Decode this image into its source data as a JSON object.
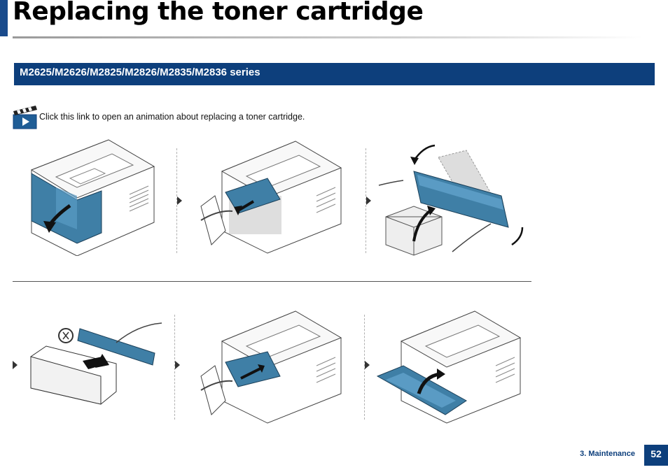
{
  "header": {
    "title": "Replacing the toner cartridge"
  },
  "section": {
    "heading": "M2625/M2626/M2825/M2826/M2835/M2836 series"
  },
  "animation_link": {
    "text": "Click this link to open an animation about replacing a toner cartridge.",
    "icon": "clapperboard-play-icon"
  },
  "steps": [
    {
      "name": "open-front-cover"
    },
    {
      "name": "pull-out-cartridge"
    },
    {
      "name": "shake-new-cartridge"
    },
    {
      "name": "remove-protective-cover"
    },
    {
      "name": "insert-cartridge"
    },
    {
      "name": "close-front-cover"
    }
  ],
  "footer": {
    "chapter": "3. Maintenance",
    "page_number": "52"
  },
  "colors": {
    "accent": "#0d3f7c",
    "cartridge": "#3f7fa6",
    "text": "#000000"
  }
}
